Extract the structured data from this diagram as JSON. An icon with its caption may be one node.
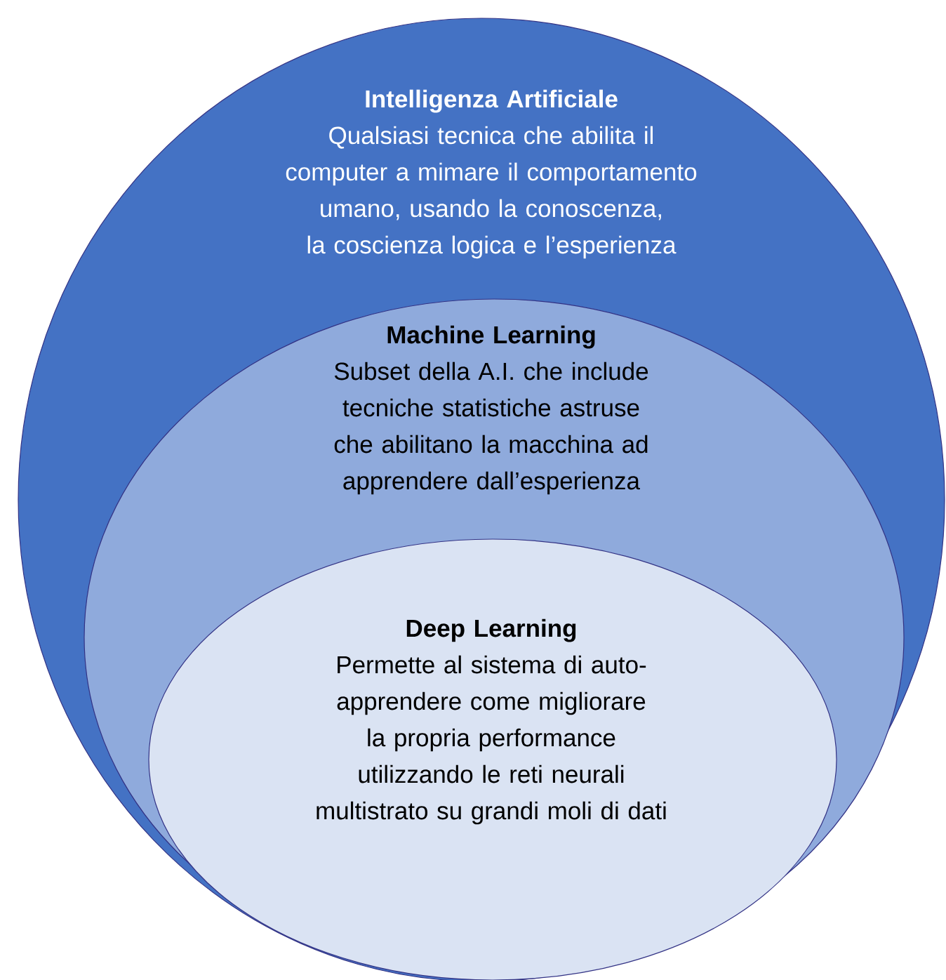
{
  "diagram": {
    "nodes": [
      {
        "text": [
          "Intelligenza Artificiale",
          "Qualsiasi tecnica che abilita il computer a mimare il comportamento umano, usando la conoscenza, la coscienza logica e l’esperienza"
        ]
      },
      {
        "text": [
          "Machine Learning",
          "Subset della A.I. che include tecniche statistiche astruse che abilitano la macchina ad apprendere dall’esperienza"
        ],
        "in": 0
      },
      {
        "text": [
          "Deep Learning",
          "Permette al sistema di auto-apprendere come migliorare la propria performance utilizzando le reti neurali multistrato su grandi moli di dati"
        ],
        "in": 1
      }
    ]
  }
}
